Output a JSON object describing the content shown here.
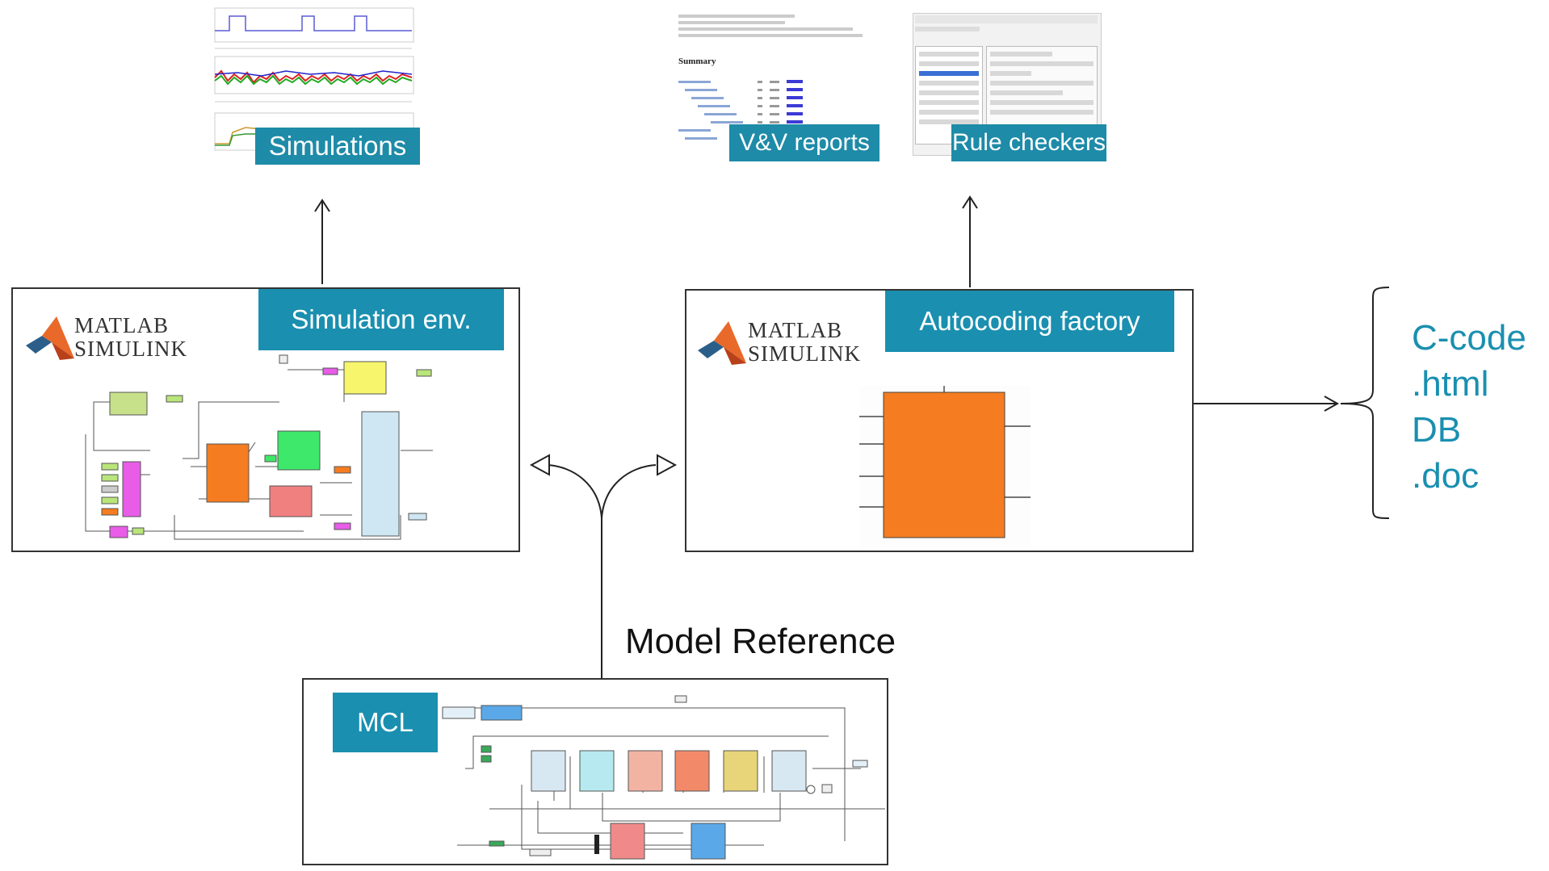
{
  "top": {
    "simulations_label": "Simulations",
    "vv_reports_label": "V&V reports",
    "rule_checkers_label": "Rule checkers"
  },
  "panels": {
    "simulation": {
      "tab": "Simulation env.",
      "logo_line1": "MATLAB",
      "logo_line2": "SIMULINK"
    },
    "autocoding": {
      "tab": "Autocoding factory",
      "logo_line1": "MATLAB",
      "logo_line2": "SIMULINK"
    },
    "mcl": {
      "tab": "MCL"
    }
  },
  "model_reference_label": "Model Reference",
  "outputs": [
    "C-code",
    ".html",
    "DB",
    ".doc"
  ],
  "vv_report_thumb": {
    "summary_heading": "Summary"
  },
  "colors": {
    "accent": "#1a8fb0",
    "block_orange": "#f57c20",
    "block_green": "#3ee86a",
    "block_yellow": "#f7f56b",
    "block_lightblue": "#cfe6f3",
    "block_lime": "#c7e08a",
    "block_pink": "#f08080",
    "block_magenta": "#e85ce8"
  }
}
